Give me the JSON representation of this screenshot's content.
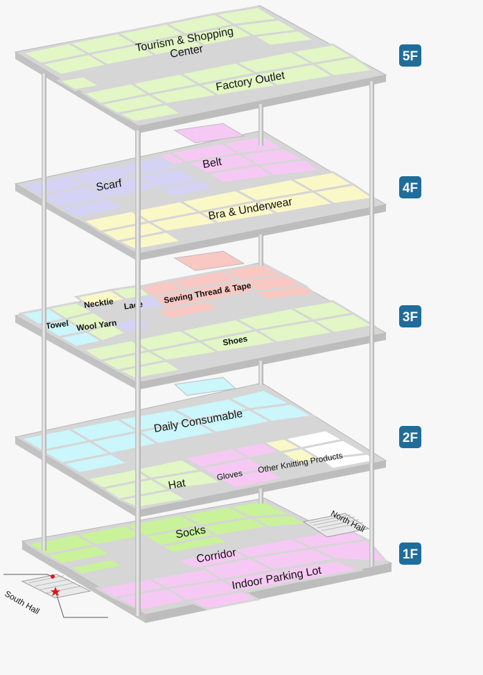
{
  "colors": {
    "background": "#f7f7f7",
    "slab": "#d6d6d6",
    "slab_edge": "#b5b5b5",
    "pillar": "#c4c4c4",
    "floor_tag": "#1e6d9b",
    "green": "#e2f7c5",
    "bright_green": "#c9f29a",
    "pink": "#f6c9f4",
    "violet": "#d4d3f5",
    "yellow": "#fbf8c8",
    "salmon": "#f9c8c3",
    "cyan": "#cbf6fb",
    "white": "#ffffff",
    "marker": "#e21414"
  },
  "floors": [
    {
      "tag": "5F",
      "labels": {
        "tourism_line1": "Tourism & Shopping",
        "tourism_line2": "Center",
        "factory": "Factory Outlet"
      }
    },
    {
      "tag": "4F",
      "labels": {
        "scarf": "Scarf",
        "belt": "Belt",
        "bra": "Bra & Underwear"
      }
    },
    {
      "tag": "3F",
      "labels": {
        "necktie": "Necktie",
        "lace": "Lace",
        "sewing": "Sewing Thread & Tape",
        "towel": "Towel",
        "wool": "Wool Yarn",
        "shoes": "Shoes"
      }
    },
    {
      "tag": "2F",
      "labels": {
        "daily": "Daily Consumable",
        "hat": "Hat",
        "gloves": "Gloves",
        "knitting": "Other Knitting Products"
      }
    },
    {
      "tag": "1F",
      "labels": {
        "socks": "Socks",
        "corridor": "Corridor",
        "parking": "Indoor Parking Lot",
        "north_hall": "North Hall",
        "south_hall": "South Hall"
      }
    }
  ]
}
